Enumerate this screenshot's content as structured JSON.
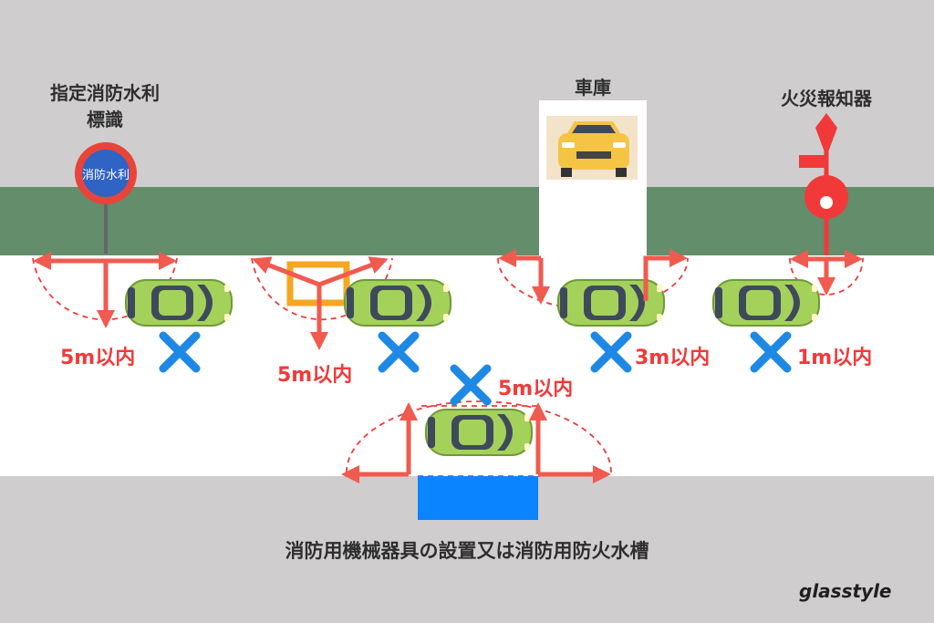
{
  "labels": {
    "hydrant_sign_line1": "指定消防水利",
    "hydrant_sign_line2": "標識",
    "sign_text": "消防水利",
    "garage": "車庫",
    "fire_alarm": "火災報知器",
    "bottom": "消防用機械器具の設置又は消防用防火水槽"
  },
  "distances": {
    "d1": "5m以内",
    "d2": "5m以内",
    "d3": "3m以内",
    "d4": "1m以内",
    "d5": "5m以内"
  },
  "brand": {
    "logo": "glasstyle"
  },
  "colors": {
    "road": "#ffffff",
    "sidewalk": "#cfcdcd",
    "green_strip": "#648d6b",
    "red": "#f2393a",
    "arrow_red": "#f05a4f",
    "cross_blue": "#1e88e5",
    "car_green": "#a4d15a",
    "tank_blue": "#0a84ff",
    "box_orange": "#f5a623"
  },
  "icons": [
    "car-icon",
    "cross-mark-icon",
    "fire-alarm-icon",
    "hydrant-sign-icon",
    "garage-car-icon"
  ]
}
